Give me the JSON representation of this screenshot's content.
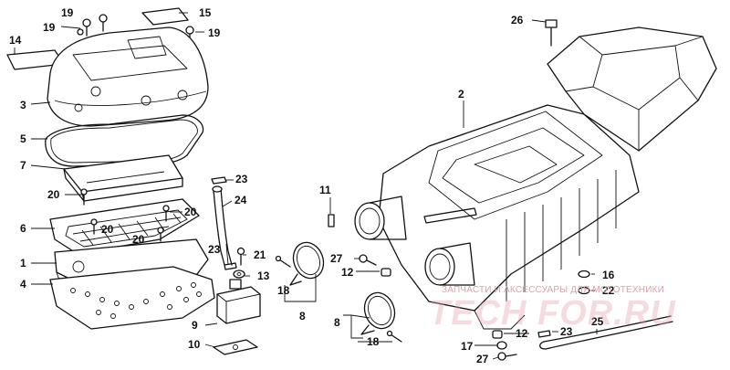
{
  "callouts": [
    {
      "text": "19"
    },
    {
      "text": "19"
    },
    {
      "text": "15"
    },
    {
      "text": "14"
    },
    {
      "text": "19"
    },
    {
      "text": "26"
    },
    {
      "text": "3"
    },
    {
      "text": "2"
    },
    {
      "text": "5"
    },
    {
      "text": "7"
    },
    {
      "text": "23"
    },
    {
      "text": "11"
    },
    {
      "text": "20"
    },
    {
      "text": "24"
    },
    {
      "text": "20"
    },
    {
      "text": "6"
    },
    {
      "text": "20"
    },
    {
      "text": "20"
    },
    {
      "text": "23"
    },
    {
      "text": "21"
    },
    {
      "text": "27"
    },
    {
      "text": "1"
    },
    {
      "text": "13"
    },
    {
      "text": "12"
    },
    {
      "text": "16"
    },
    {
      "text": "4"
    },
    {
      "text": "18"
    },
    {
      "text": "22"
    },
    {
      "text": "8"
    },
    {
      "text": "8"
    },
    {
      "text": "9"
    },
    {
      "text": "12"
    },
    {
      "text": "23"
    },
    {
      "text": "25"
    },
    {
      "text": "10"
    },
    {
      "text": "18"
    },
    {
      "text": "17"
    },
    {
      "text": "27"
    }
  ],
  "watermark": {
    "text": "ЗАПЧАСТИ И АКСЕССУАРЫ ДЛЯ МОТОТЕХНИКИ",
    "logo": "TECH FOR.RU"
  }
}
